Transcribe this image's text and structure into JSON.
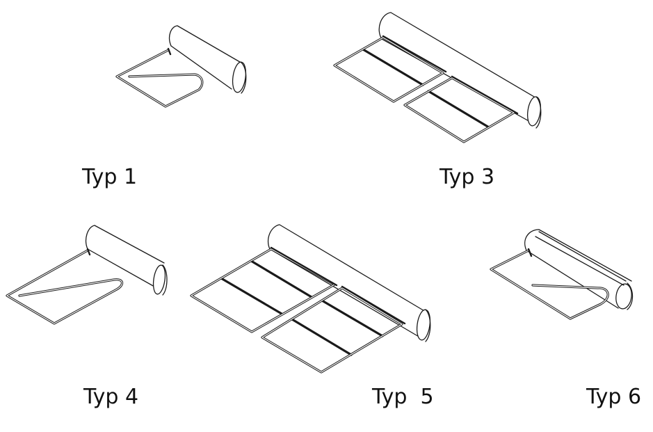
{
  "labels": {
    "typ1": "Typ 1",
    "typ3": "Typ 3",
    "typ4": "Typ 4",
    "typ5": "Typ  5",
    "typ6": "Typ 6"
  }
}
